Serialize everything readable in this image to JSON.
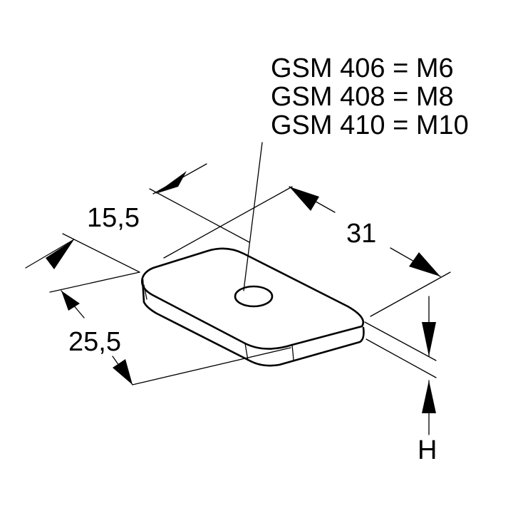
{
  "variants": [
    "GSM 406 = M6",
    "GSM 408 = M8",
    "GSM 410 = M10"
  ],
  "dimensions": {
    "width": "15,5",
    "length": "31",
    "depth": "25,5",
    "height": "H"
  }
}
